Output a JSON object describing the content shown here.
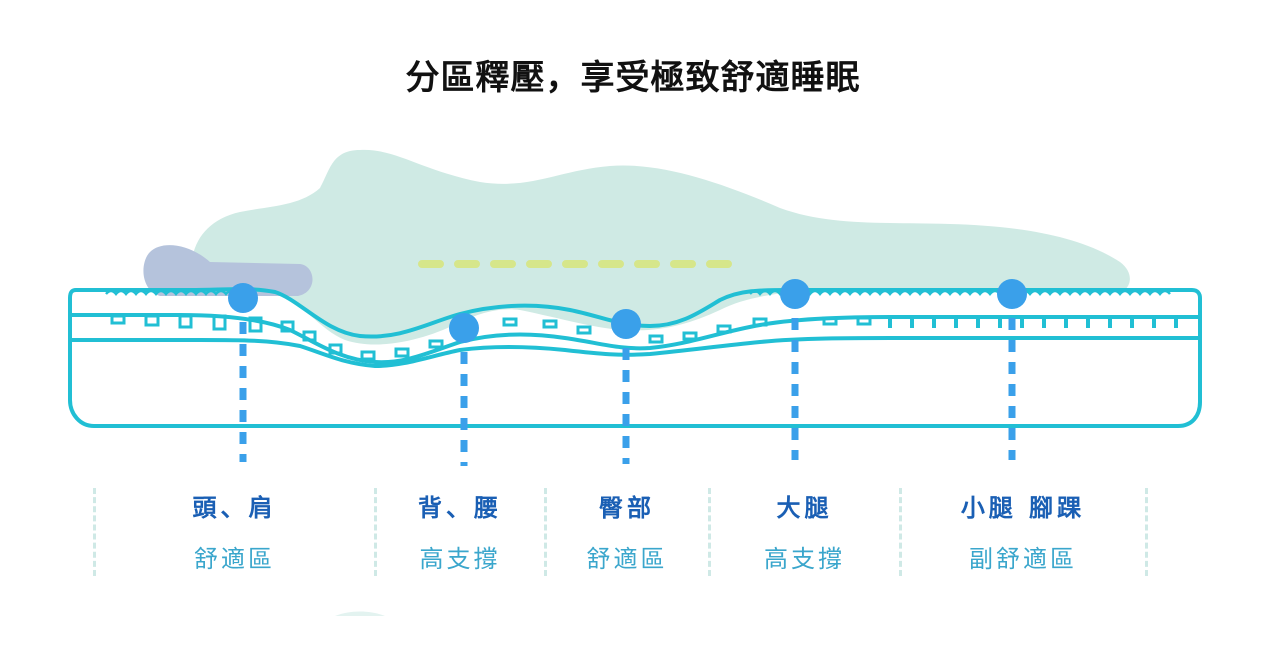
{
  "title": "分區釋壓，享受極致舒適睡眠",
  "colors": {
    "outline": "#21bfd4",
    "body": "#cfeae4",
    "pillow": "#b5c3dc",
    "spine": "#d6e68a",
    "marker": "#3aa0ea",
    "part_text": "#1a5fb4",
    "desc_text": "#3aa6cc",
    "separator": "#cfe9e6"
  },
  "zones": [
    {
      "part": "頭、肩",
      "desc": "舒適區"
    },
    {
      "part": "背、腰",
      "desc": "高支撐"
    },
    {
      "part": "臀部",
      "desc": "舒適區"
    },
    {
      "part": "大腿",
      "desc": "高支撐"
    },
    {
      "part": "小腿 腳踝",
      "desc": "副舒適區"
    }
  ]
}
